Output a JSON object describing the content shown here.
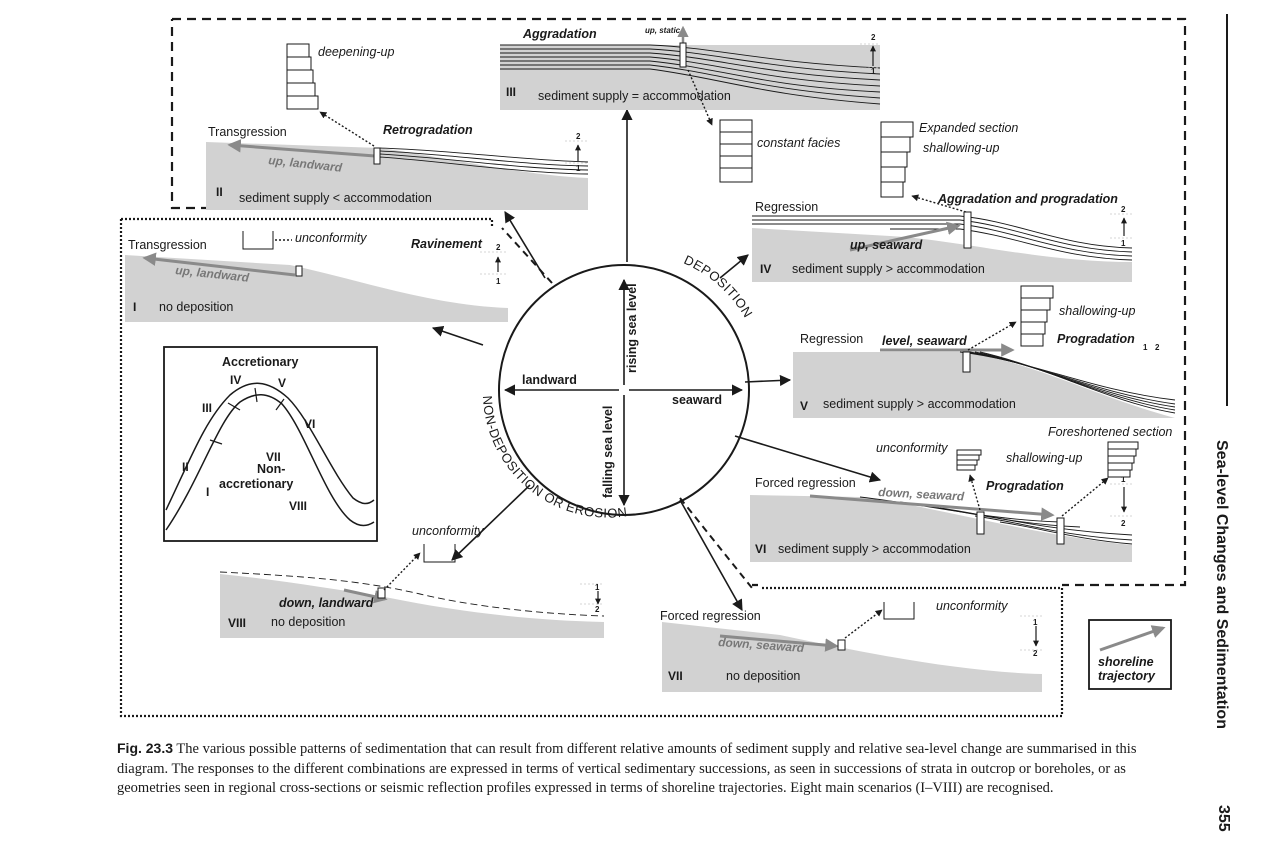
{
  "running_head": "Sea-level Changes and Sedimentation",
  "page_number": "355",
  "caption": {
    "label": "Fig. 23.3",
    "text": "The various possible patterns of sedimentation that can result from different relative amounts of sediment supply and relative sea-level change are summarised in this diagram. The responses to the different combinations are expressed in terms of vertical sedimentary successions, as seen in successions of strata in outcrop or boreholes, or as geometries seen in regional cross-sections or seismic reflection profiles expressed in terms of shoreline trajectories. Eight main scenarios (I–VIII) are recognised."
  },
  "circle": {
    "rising": "rising sea level",
    "falling": "falling sea level",
    "landward": "landward",
    "seaward": "seaward",
    "deposition": "DEPOSITION",
    "non_deposition": "NON-DEPOSITION OR EROSION"
  },
  "inset": {
    "accretionary": "Accretionary",
    "non_accretionary_1": "Non-",
    "non_accretionary_2": "accretionary",
    "numerals": [
      "I",
      "II",
      "III",
      "IV",
      "V",
      "VI",
      "VII",
      "VIII"
    ]
  },
  "legend": {
    "line1": "shoreline",
    "line2": "trajectory"
  },
  "panels": {
    "I": {
      "numeral": "I",
      "shoreline": "Transgression",
      "label": "Ravinement",
      "trajectory": "up, landward",
      "supply": "no deposition",
      "column_note": "unconformity"
    },
    "II": {
      "numeral": "II",
      "shoreline": "Transgression",
      "label": "Retrogradation",
      "trajectory": "up, landward",
      "supply": "sediment supply < accommodation",
      "column_note": "deepening-up"
    },
    "III": {
      "numeral": "III",
      "label": "Aggradation",
      "trajectory": "up, static",
      "supply": "sediment supply = accommodation",
      "column_note": "constant facies"
    },
    "IV": {
      "numeral": "IV",
      "shoreline": "Regression",
      "label": "Aggradation and progradation",
      "trajectory": "up, seaward",
      "supply": "sediment supply > accommodation",
      "column_note_1": "Expanded section",
      "column_note_2": "shallowing-up"
    },
    "V": {
      "numeral": "V",
      "shoreline": "Regression",
      "label": "Progradation",
      "trajectory": "level, seaward",
      "supply": "sediment supply > accommodation",
      "column_note": "shallowing-up"
    },
    "VI": {
      "numeral": "VI",
      "shoreline": "Forced regression",
      "label": "Progradation",
      "trajectory": "down, seaward",
      "supply": "sediment supply > accommodation",
      "column_note_1": "Foreshortened section",
      "column_note_2": "shallowing-up",
      "column_note_3": "unconformity"
    },
    "VII": {
      "numeral": "VII",
      "shoreline": "Forced regression",
      "trajectory": "down, seaward",
      "supply": "no deposition",
      "column_note": "unconformity"
    },
    "VIII": {
      "numeral": "VIII",
      "trajectory": "down, landward",
      "supply": "no deposition",
      "column_note": "unconformity"
    }
  },
  "sea_level_marks": {
    "one": "1",
    "two": "2"
  }
}
